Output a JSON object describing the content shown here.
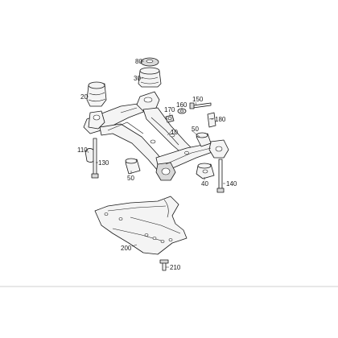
{
  "callouts": {
    "c10": "10",
    "c20": "20",
    "c30": "30",
    "c40": "40",
    "c50a": "50",
    "c50b": "50",
    "c80": "80",
    "c110": "110",
    "c130": "130",
    "c140": "140",
    "c150": "150",
    "c160": "160",
    "c170": "170",
    "c180": "180",
    "c200": "200",
    "c210": "210"
  }
}
